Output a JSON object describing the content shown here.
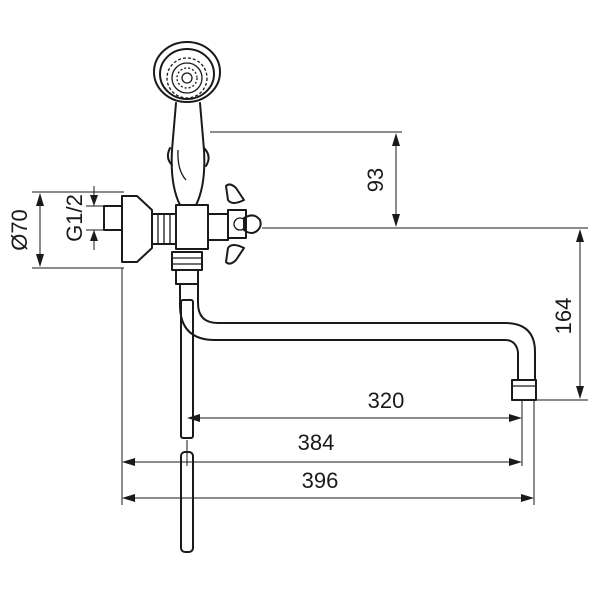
{
  "drawing": {
    "dimensions": {
      "diameter": "Ø70",
      "thread": "G1/2",
      "handshower_height": "93",
      "spout_drop": "164",
      "spout_reach": "320",
      "reach_to_axis": "384",
      "total_reach": "396"
    },
    "colors": {
      "line": "#1a1a1a",
      "background": "#ffffff"
    }
  }
}
